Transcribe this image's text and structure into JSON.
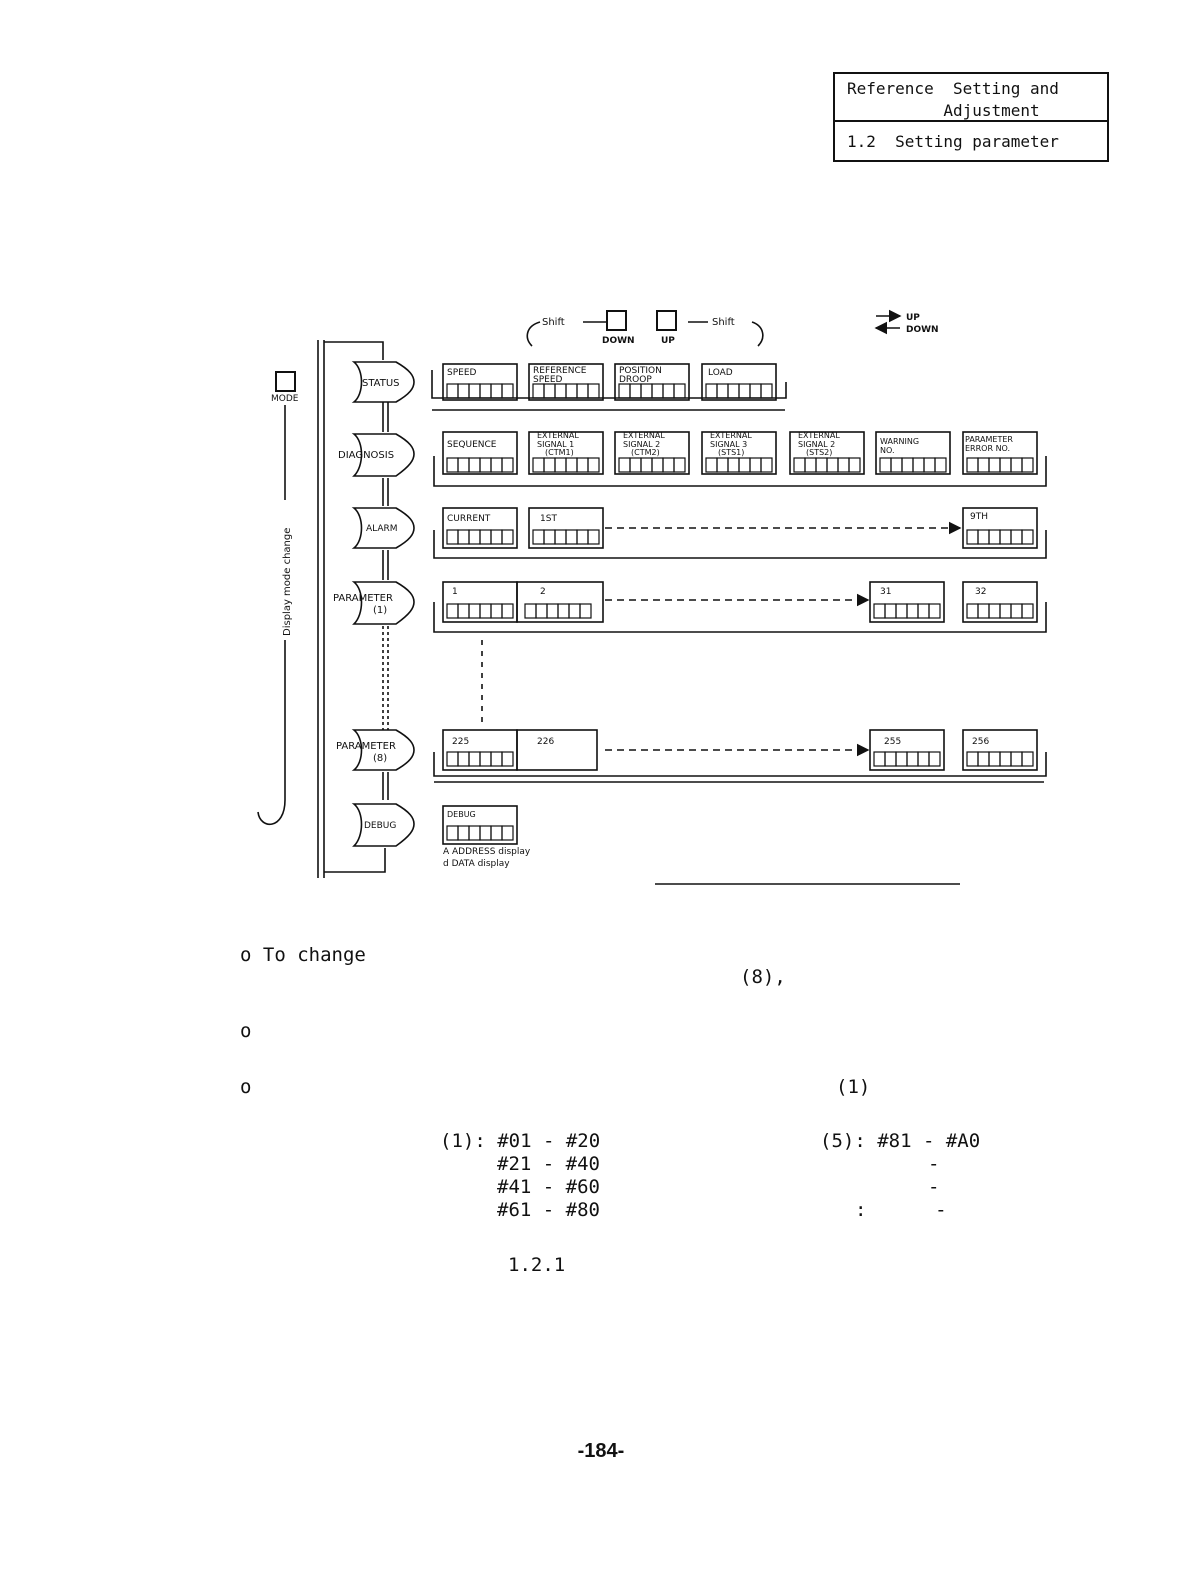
{
  "header": {
    "ref_line1": "Reference  Setting and",
    "ref_line2": "Adjustment",
    "section": "1.2  Setting parameter"
  },
  "diagram": {
    "shift_label": "Shift",
    "down_label": "DOWN",
    "up_label": "UP",
    "legend_up": "UP",
    "legend_down": "DOWN",
    "mode_label": "MODE",
    "vertical_label": "Display mode change",
    "modes": [
      "STATUS",
      "DIAGNOSIS",
      "ALARM",
      "PARAMETER",
      "(1)",
      "PARAMETER",
      "(8)",
      "DEBUG"
    ],
    "status_items": [
      "SPEED",
      "REFERENCE",
      "SPEED",
      "POSITION",
      "DROOP",
      "LOAD"
    ],
    "diagnosis_items": [
      "SEQUENCE",
      "EXTERNAL",
      "SIGNAL 1",
      "(CTM1)",
      "EXTERNAL",
      "SIGNAL 2",
      "(CTM2)",
      "EXTERNAL",
      "SIGNAL 3",
      "(STS1)",
      "EXTERNAL",
      "SIGNAL 2",
      "(STS2)",
      "WARNING",
      "NO.",
      "PARAMETER",
      "ERROR NO."
    ],
    "alarm_items": [
      "CURRENT",
      "1ST",
      "9TH"
    ],
    "param1_items": [
      "1",
      "2",
      "31",
      "32"
    ],
    "param8_items": [
      "225",
      "226",
      "255",
      "256"
    ],
    "debug_label": "DEBUG",
    "debug_note1": "A  ADDRESS display",
    "debug_note2": "d  DATA display"
  },
  "body": {
    "bullet1_a": "o To change",
    "bullet1_b": "(8),",
    "bullet2": "o",
    "bullet3_a": "o",
    "bullet3_b": "(1)",
    "range_l1": "(1): #01 - #20",
    "range_l2": "#21 - #40",
    "range_l3": "#41 - #60",
    "range_l4": "#61 - #80",
    "range_r1": "(5): #81 - #A0",
    "range_r2": "-",
    "range_r3": "-",
    "range_r4": ":      -",
    "ref_section": "1.2.1"
  },
  "footer": {
    "page": "-184-"
  }
}
